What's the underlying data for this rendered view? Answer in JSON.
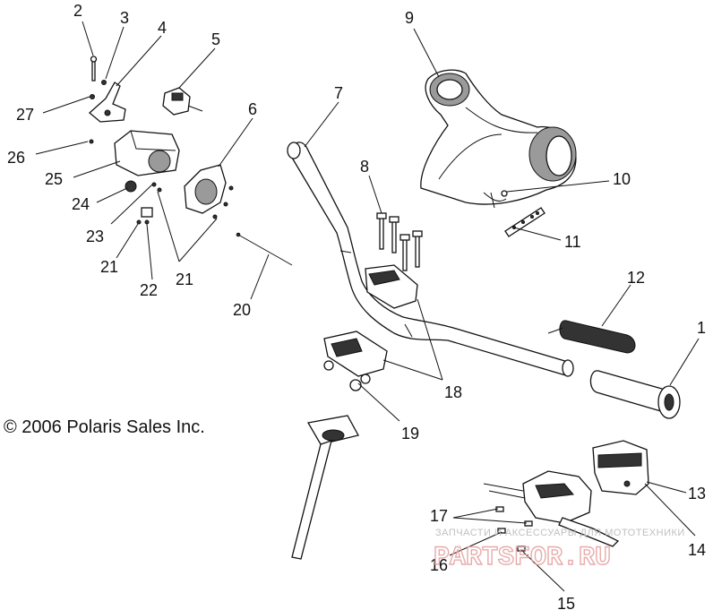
{
  "diagram": {
    "copyright": "© 2006 Polaris Sales Inc.",
    "callouts": [
      "1",
      "2",
      "3",
      "4",
      "5",
      "6",
      "7",
      "8",
      "9",
      "10",
      "11",
      "12",
      "13",
      "14",
      "15",
      "16",
      "17",
      "18",
      "19",
      "20",
      "21",
      "21",
      "22",
      "23",
      "24",
      "25",
      "26",
      "27"
    ],
    "watermark": {
      "tagline": "ЗАПЧАСТИ И АКСЕССУАРЫ ДЛЯ МОТОТЕХНИКИ",
      "logo": "PARTSFOR.RU"
    }
  }
}
